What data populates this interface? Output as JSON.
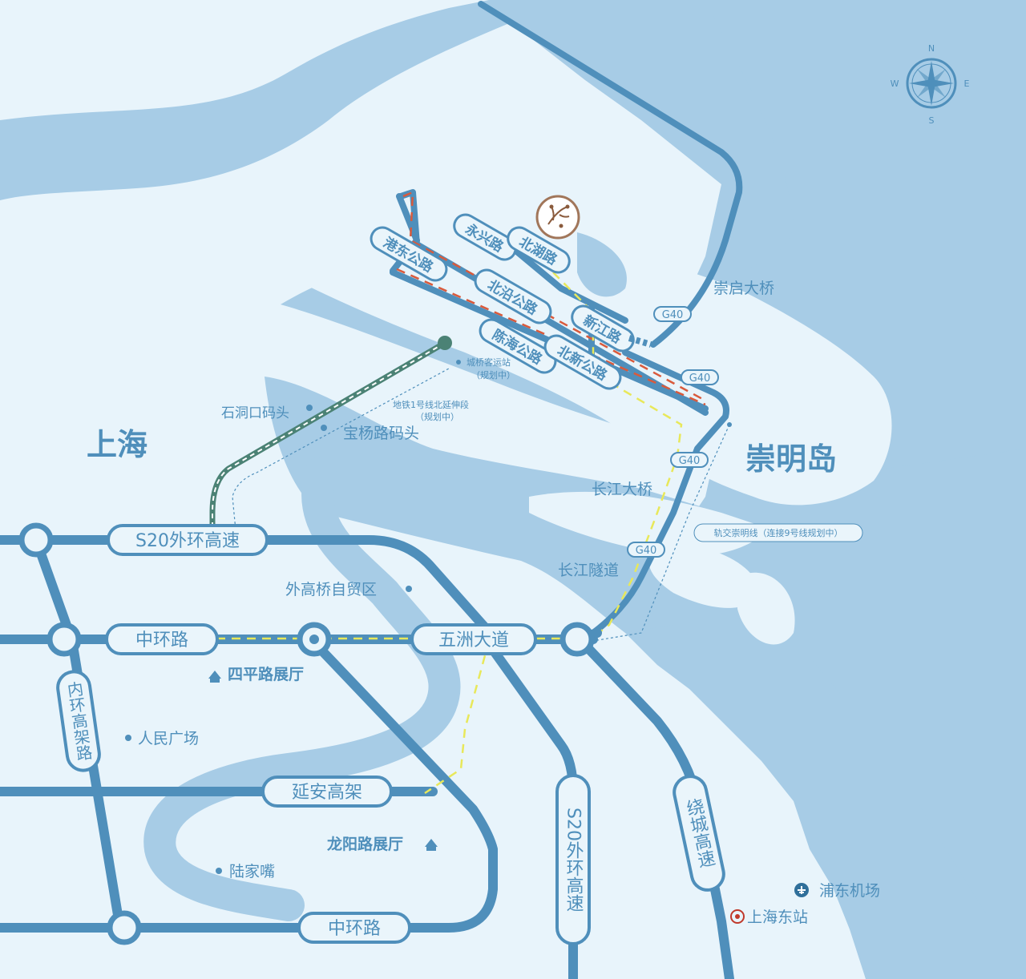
{
  "colors": {
    "land": "#e8f4fb",
    "water": "#a7cce6",
    "road": "#4f8fbb",
    "metro": "#e8e85a",
    "planned_line": "#d95a3c",
    "ferry": "#4b8275"
  },
  "regions": {
    "shanghai": "上海",
    "chongming": "崇明岛"
  },
  "roads": {
    "s20_outer_ring": "S20外环高速",
    "middle_ring_west": "中环路",
    "wuzhou_avenue": "五洲大道",
    "yanan_elevated": "延安高架",
    "middle_ring_south": "中环路",
    "inner_ring_elevated": "内环高架路",
    "s20_outer_ring_south": "S20外环高速",
    "ring_city_expressway": "绕城高速",
    "g40": "G40"
  },
  "island_roads": {
    "yongxing": "永兴路",
    "beihu": "北湖路",
    "gangdong": "港东公路",
    "beiyan": "北沿公路",
    "xinjiang": "新江路",
    "chenhai": "陈海公路",
    "beixin": "北新公路"
  },
  "places": {
    "chongqi_bridge": "崇启大桥",
    "yangtze_bridge": "长江大桥",
    "yangtze_tunnel": "长江隧道",
    "shidongkou": "石洞口码头",
    "baoyang": "宝杨路码头",
    "waigaoqiao": "外高桥自贸区",
    "peoples_square": "人民广场",
    "lujiazui": "陆家嘴",
    "pudong_airport": "浦东机场",
    "shanghai_east": "上海东站"
  },
  "halls": {
    "siping": "四平路展厅",
    "longyang": "龙阳路展厅"
  },
  "notes": {
    "chengqiao_station": "城桥客运站",
    "chengqiao_status": "（规划中）",
    "metro1_ext": "地铁1号线北延伸段",
    "metro1_status": "（规划中）",
    "chongming_line": "轨交崇明线（连接9号线规划中）"
  },
  "compass": {
    "n": "N",
    "e": "E",
    "s": "S",
    "w": "W"
  },
  "icons": [
    "compass-rose-icon",
    "project-logo-icon",
    "showroom-icon",
    "airplane-icon",
    "railway-station-icon"
  ]
}
